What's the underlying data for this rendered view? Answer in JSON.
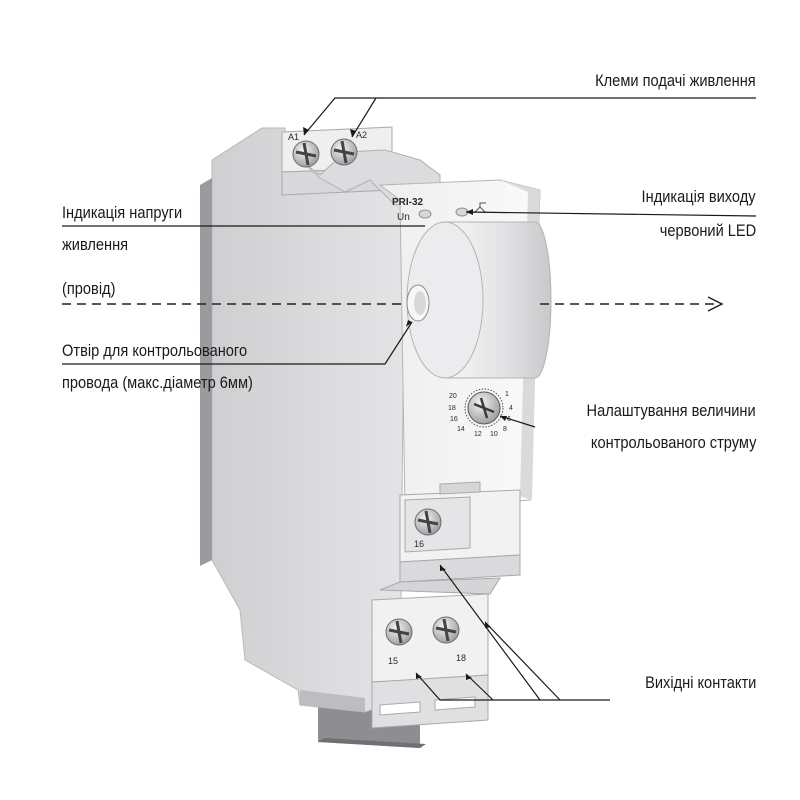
{
  "device": {
    "model": "PRI-32",
    "un_label": "Un",
    "terminal_a1": "A1",
    "terminal_a2": "A2",
    "terminal_16": "16",
    "terminal_15": "15",
    "terminal_18": "18",
    "dial_scale": [
      "20",
      "1",
      "18",
      "4",
      "16",
      "6",
      "14",
      "8",
      "12",
      "10"
    ]
  },
  "callouts": {
    "power_terminals": "Клеми подачі живлення",
    "supply_indication_line1": "Індикація напруги",
    "supply_indication_line2": "живлення",
    "wire_label": "(провід)",
    "hole_line1": "Отвір для контрольованого",
    "hole_line2": "провода (макс.діаметр 6мм)",
    "output_indication_line1": "Індикація виходу",
    "output_indication_line2": "червоний LED",
    "current_setting_line1": "Налаштування величини",
    "current_setting_line2": "контрольованого струму",
    "output_contacts": "Вихідні контакти"
  }
}
